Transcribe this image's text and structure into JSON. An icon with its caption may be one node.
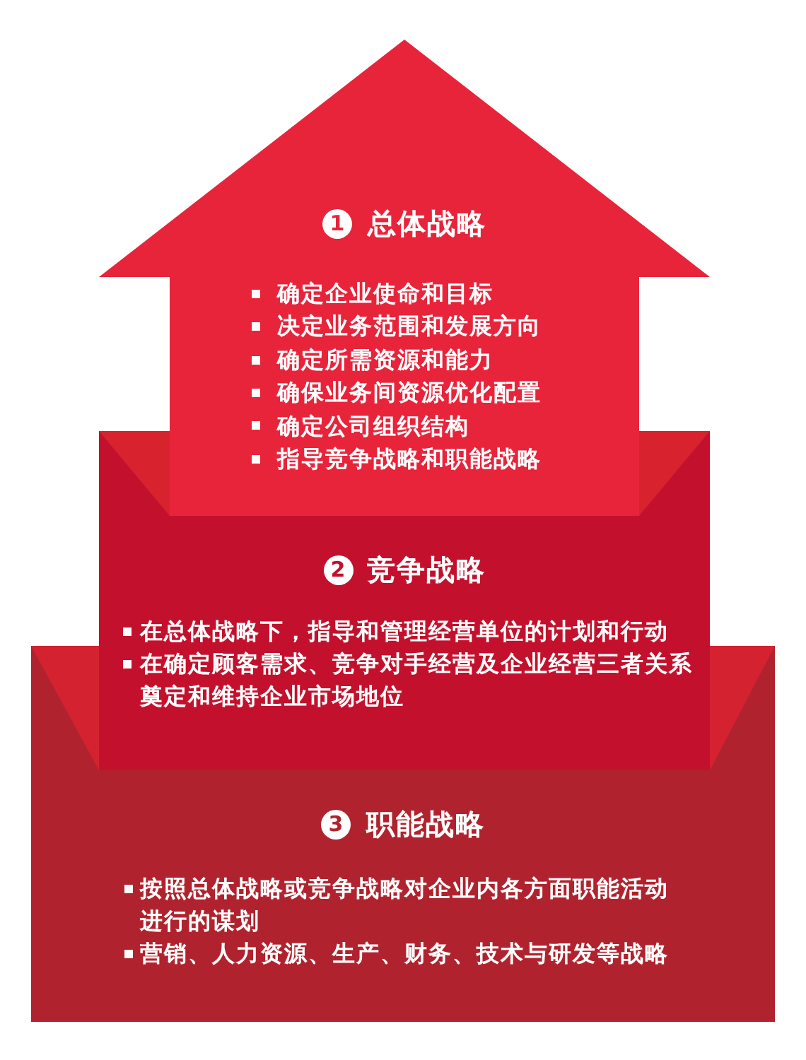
{
  "diagram": {
    "nodes": [
      {
        "text": [
          "1",
          "总体战略",
          "确定企业使命和目标",
          "决定业务范围和发展方向",
          "确定所需资源和能力",
          "确保业务间资源优化配置",
          "确定公司组织结构",
          "指导竞争战略和职能战略"
        ]
      },
      {
        "text": [
          "2",
          "竞争战略",
          "在总体战略下，指导和管理经营单位的计划和行动",
          "在确定顾客需求、竞争对手经营及企业经营三者关系奠定和维持企业市场地位"
        ]
      },
      {
        "text": [
          "3",
          "职能战略",
          "按照总体战略或竞争战略对企业内各方面职能活动进行的谋划",
          "营销、人力资源、生产、财务、技术与研发等战略"
        ]
      }
    ]
  }
}
